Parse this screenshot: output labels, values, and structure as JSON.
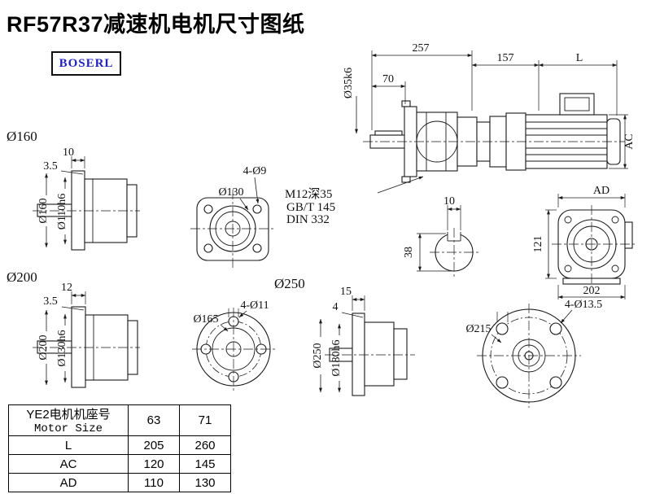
{
  "title": "RF57R37减速机电机尺寸图纸",
  "logo": "BOSERL",
  "colors": {
    "logo_text": "#2222bb",
    "line": "#1a1a1a"
  },
  "main_view": {
    "dim_overall": "257",
    "dim_adapter": "157",
    "dim_motor_len": "L",
    "dim_shaft_len": "70",
    "shaft_dia": "Ø35k6",
    "dim_motor_dia": "AC",
    "tap_note": "M12深35",
    "std_note1": "GB/T 145",
    "std_note2": "DIN 332"
  },
  "flange160": {
    "title": "Ø160",
    "dim_flange_thk": "10",
    "dim_spigot_depth": "3.5",
    "dim_flange_od": "Ø160",
    "dim_spigot_dia": "Ø110h6"
  },
  "bolt130": {
    "bolt_circle": "Ø130",
    "holes": "4-Ø9"
  },
  "shaft_section": {
    "key_width": "10",
    "key_height": "38"
  },
  "motor_end": {
    "dim_ad": "AD",
    "dim_width": "121",
    "dim_total": "202"
  },
  "flange200": {
    "title": "Ø200",
    "dim_flange_thk": "12",
    "dim_spigot_depth": "3.5",
    "dim_flange_od": "Ø200",
    "dim_spigot_dia": "Ø130h6"
  },
  "bolt165": {
    "bolt_circle": "Ø165",
    "holes": "4-Ø11"
  },
  "flange250": {
    "title": "Ø250",
    "dim_flange_thk": "15",
    "dim_spigot_depth": "4",
    "dim_flange_od": "Ø250",
    "dim_spigot_dia": "Ø180h6"
  },
  "bolt215": {
    "bolt_circle": "Ø215",
    "holes": "4-Ø13.5"
  },
  "table": {
    "header_label_cn": "YE2电机机座号",
    "header_label_en": "Motor Size",
    "size_cols": [
      "63",
      "71"
    ],
    "rows": [
      {
        "label": "L",
        "values": [
          "205",
          "260"
        ]
      },
      {
        "label": "AC",
        "values": [
          "120",
          "145"
        ]
      },
      {
        "label": "AD",
        "values": [
          "110",
          "130"
        ]
      }
    ]
  }
}
